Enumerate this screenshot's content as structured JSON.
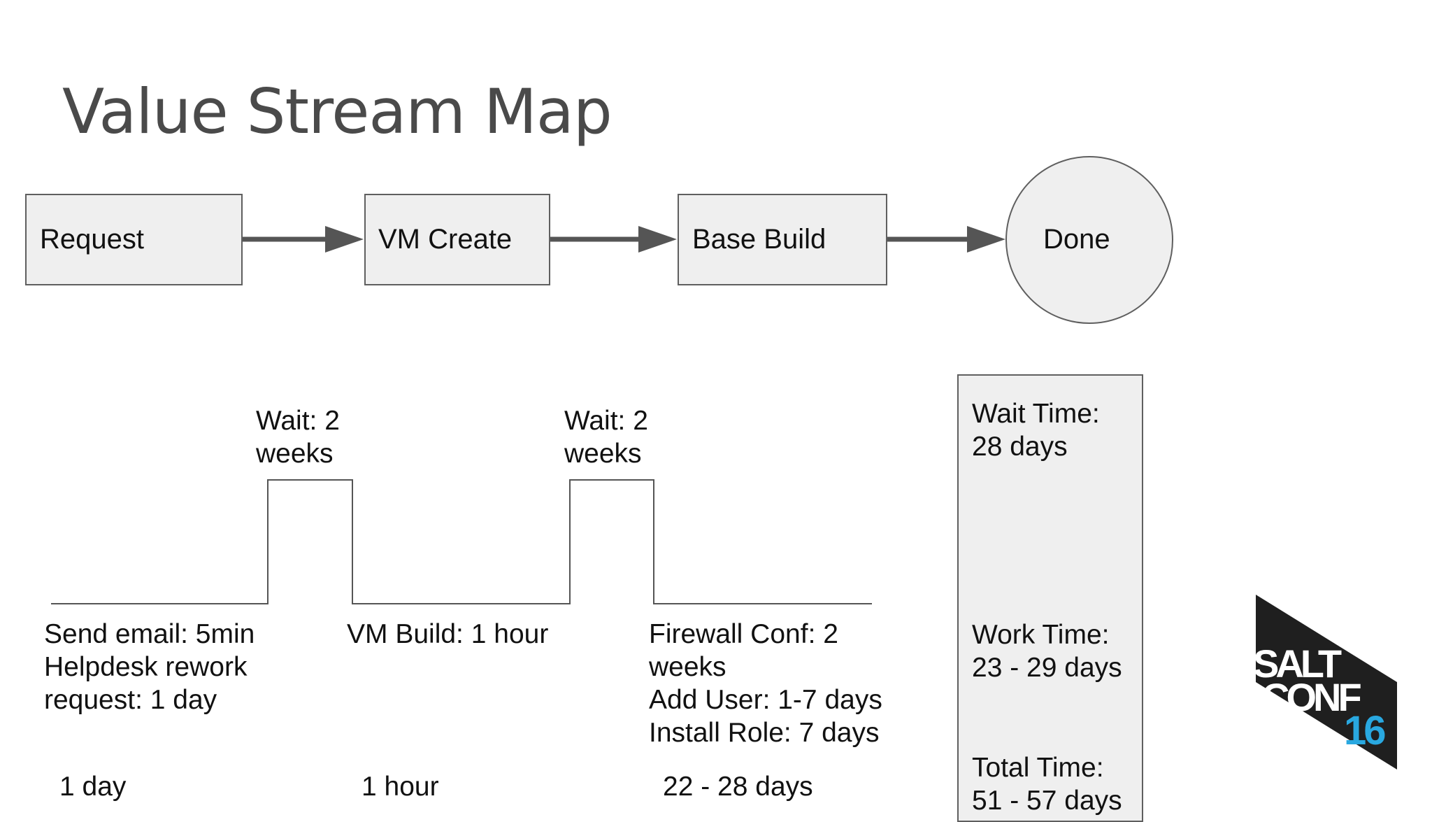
{
  "title": "Value Stream Map",
  "flow": {
    "steps": [
      "Request",
      "VM Create",
      "Base Build"
    ],
    "end": "Done"
  },
  "timeline": {
    "waits": [
      {
        "line1": "Wait: 2",
        "line2": "weeks"
      },
      {
        "line1": "Wait: 2",
        "line2": "weeks"
      }
    ],
    "work": [
      {
        "lines": [
          "Send email: 5min",
          "Helpdesk rework",
          "request: 1 day"
        ],
        "total": "1 day"
      },
      {
        "lines": [
          "VM Build: 1 hour"
        ],
        "total": "1 hour"
      },
      {
        "lines": [
          "Firewall Conf: 2",
          "weeks",
          "Add User: 1-7 days",
          "Install Role: 7 days"
        ],
        "total": "22 - 28 days"
      }
    ]
  },
  "summary": {
    "wait_label": "Wait Time:",
    "wait_value": "28 days",
    "work_label": "Work Time:",
    "work_value": "23 - 29 days",
    "total_label": "Total Time:",
    "total_value": "51 - 57 days"
  },
  "logo": {
    "line1": "SALT",
    "line2": "CONF",
    "line3": "16",
    "colors": {
      "background": "#1f1f1f",
      "text": "#ffffff",
      "accent": "#29a8e0"
    }
  },
  "colors": {
    "box_fill": "#efefef",
    "box_border": "#5f5f5f",
    "arrow": "#555555",
    "title": "#4a4a4a"
  }
}
